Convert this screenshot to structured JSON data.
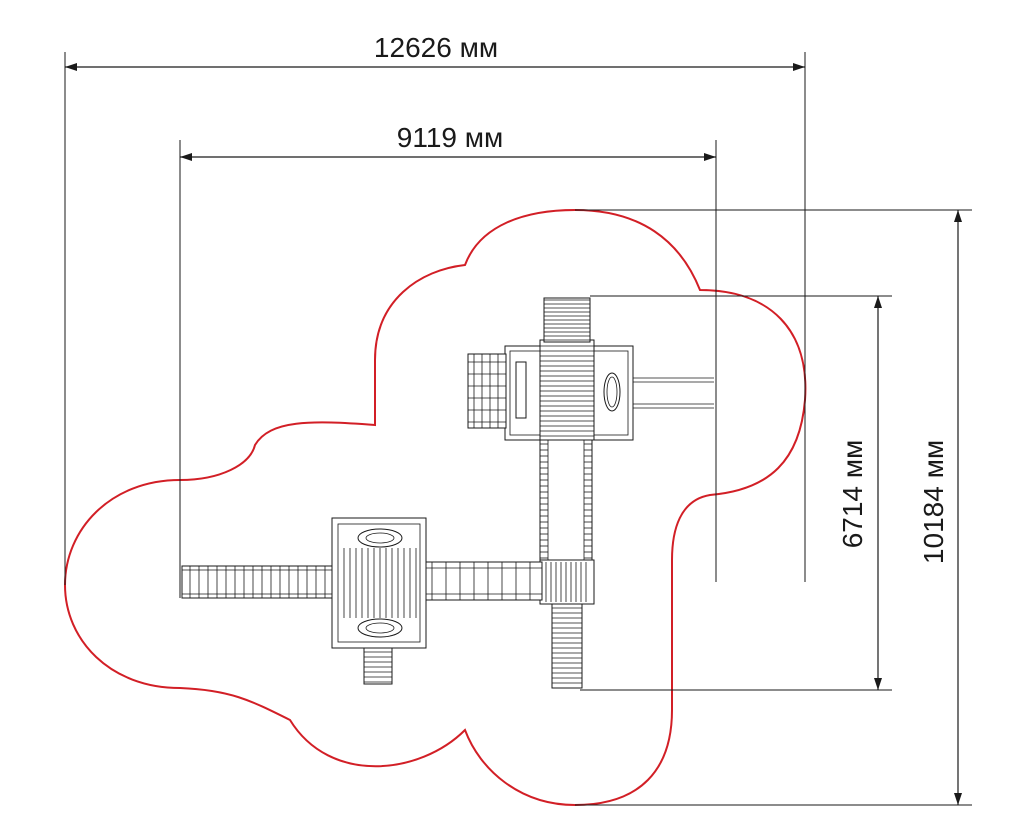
{
  "dimensions": {
    "overall_width": "12626 мм",
    "equipment_width": "9119 мм",
    "equipment_depth": "6714 мм",
    "overall_depth": "10184 мм"
  },
  "colors": {
    "safety_zone": "#d21f26",
    "lines": "#1a1a1a"
  }
}
